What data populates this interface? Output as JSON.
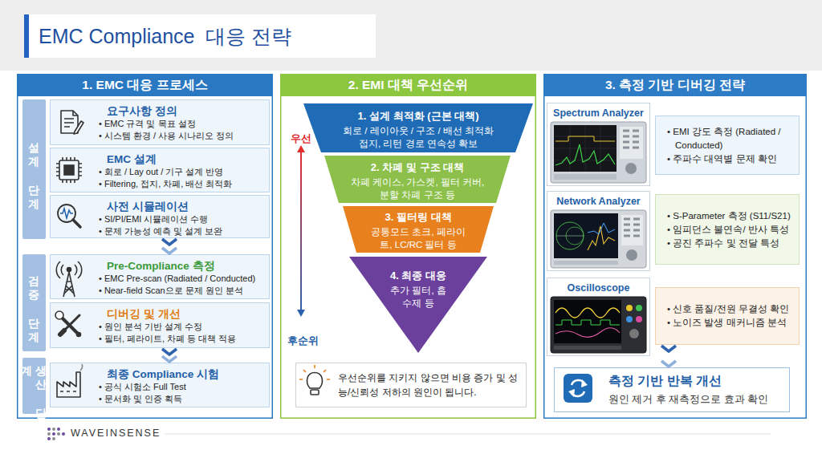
{
  "diagram": {
    "title": "EMC Compliance  대응 전략",
    "nodes": [
      {
        "text": [
          "1. EMC 대응 프로세스"
        ]
      },
      {
        "text": [
          "설계 단계"
        ],
        "in": 0
      },
      {
        "text": [
          "요구사항 정의",
          "• EMC 규격 및 목표 설정",
          "• 시스템 환경 / 사용 시나리오 정의"
        ],
        "in": 0
      },
      {
        "text": [
          "EMC 설계",
          "• 회로 / Lay out / 기구 설계 반영",
          "• Filtering, 접지, 차폐, 배선 최적화"
        ],
        "in": 0
      },
      {
        "text": [
          "사전 시뮬레이션",
          "• SI/PI/EMI 시뮬레이션 수행",
          "• 문제 가능성 예측 및 설계 보완"
        ],
        "in": 0
      },
      {
        "text": [
          "검증 단계"
        ],
        "in": 0
      },
      {
        "text": [
          "Pre-Compliance 측정",
          "• EMC Pre-scan (Radiated / Conducted)",
          "• Near-field Scan으로 문제 원인 분석"
        ],
        "in": 0
      },
      {
        "text": [
          "디버깅 및 개선",
          "• 원인 분석 기반 설계 수정",
          "• 필터, 페라이트, 차폐 등 대책 적용"
        ],
        "in": 0
      },
      {
        "text": [
          "생산 단계"
        ],
        "in": 0
      },
      {
        "text": [
          "최종 Compliance 시험",
          "• 공식 시험소 Full Test",
          "• 문서화 및 인증 획득"
        ],
        "in": 0
      },
      {
        "text": [
          "2. EMI 대책 우선순위"
        ]
      },
      {
        "text": [
          "1. 설계 최적화 (근본 대책)",
          "회로 / 레이아웃 / 구조 / 배선 최적화 접지, 리턴 경로 연속성 확보"
        ],
        "in": 10
      },
      {
        "text": [
          "2. 차폐 및 구조 대책",
          "차폐 케이스, 가스켓, 필터 커버, 분할 차폐 구조 등"
        ],
        "in": 10
      },
      {
        "text": [
          "3. 필터링 대책",
          "공통모드 초크, 페라이트, LC/RC 필터 등"
        ],
        "in": 10
      },
      {
        "text": [
          "4. 최종 대응",
          "추가 필터, 흡수제 등"
        ],
        "in": 10
      },
      {
        "text": [
          "우선순위를 지키지 않으면 비용 증가 및 성능/신뢰성 저하의 원인이 됩니다."
        ],
        "in": 10
      },
      {
        "text": [
          "3. 측정 기반 디버깅 전략"
        ]
      },
      {
        "text": [
          "Spectrum Analyzer"
        ],
        "in": 16
      },
      {
        "text": [
          "• EMI 강도 측정 (Radiated / Conducted)",
          "• 주파수 대역별 문제 확인"
        ],
        "in": 16
      },
      {
        "text": [
          "Network Analyzer"
        ],
        "in": 16
      },
      {
        "text": [
          "• S-Parameter 측정 (S11/S21)",
          "• 임피던스 불연속/ 반사 특성",
          "• 공진 주파수 및 전달 특성"
        ],
        "in": 16
      },
      {
        "text": [
          "Oscilloscope"
        ],
        "in": 16
      },
      {
        "text": [
          "• 신호 품질/전원 무결성 확인",
          "• 노이즈 발생 매커니즘 분석"
        ],
        "in": 16
      },
      {
        "text": [
          "측정 기반 반복 개선",
          "원인 제거 후 재측정으로 효과 확인"
        ],
        "in": 16
      }
    ],
    "edges": [
      {
        "from": 4,
        "to": 6,
        "arrow": "to"
      },
      {
        "from": 7,
        "to": 9,
        "arrow": "to"
      },
      {
        "from": 22,
        "to": 23,
        "arrow": "to"
      }
    ],
    "labels": [
      "우선",
      "후순위",
      "WAVEINSENSE"
    ]
  }
}
